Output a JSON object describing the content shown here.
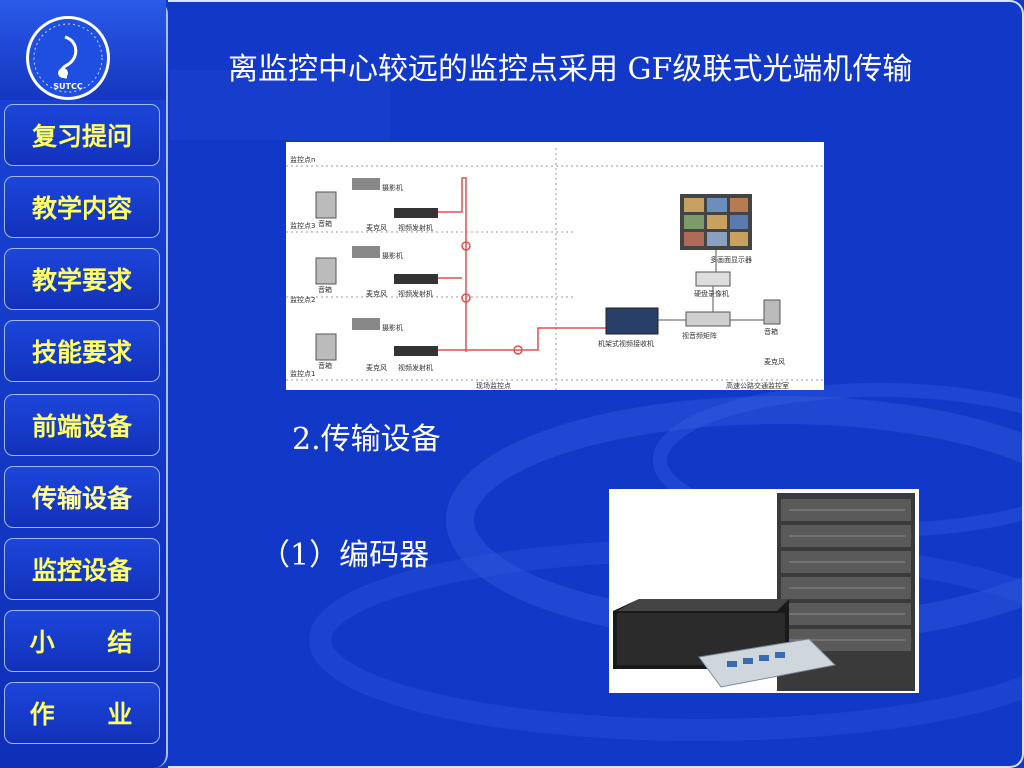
{
  "logo": {
    "caption": "SUTCC"
  },
  "sidebar": {
    "items": [
      {
        "label": "复习提问"
      },
      {
        "label": "教学内容"
      },
      {
        "label": "教学要求"
      },
      {
        "label": "技能要求"
      },
      {
        "label": "前端设备"
      },
      {
        "label": "传输设备"
      },
      {
        "label": "监控设备"
      },
      {
        "label": "小 结"
      },
      {
        "label": "作 业"
      }
    ]
  },
  "main": {
    "title": "离监控中心较远的监控点采用 GF级联式光端机传输",
    "section": "2.传输设备",
    "item": "（1）编码器"
  },
  "diagram": {
    "points": [
      "监控点n",
      "监控点3",
      "监控点2",
      "监控点1"
    ],
    "camera_label": "摄影机",
    "speaker_label": "音箱",
    "mic_label": "麦克风",
    "transmitter_label": "视频发射机",
    "receiver_label": "机架式视频接收机",
    "monitor_label": "多画面显示器",
    "recorder_label": "硬盘录像机",
    "distributor_label": "视音频矩阵",
    "left_zone": "现场监控点",
    "right_zone": "高速公路交通监控室"
  },
  "colors": {
    "background": "#1238c8",
    "nav_text": "#ffff66",
    "title_text": "#ffffff"
  }
}
